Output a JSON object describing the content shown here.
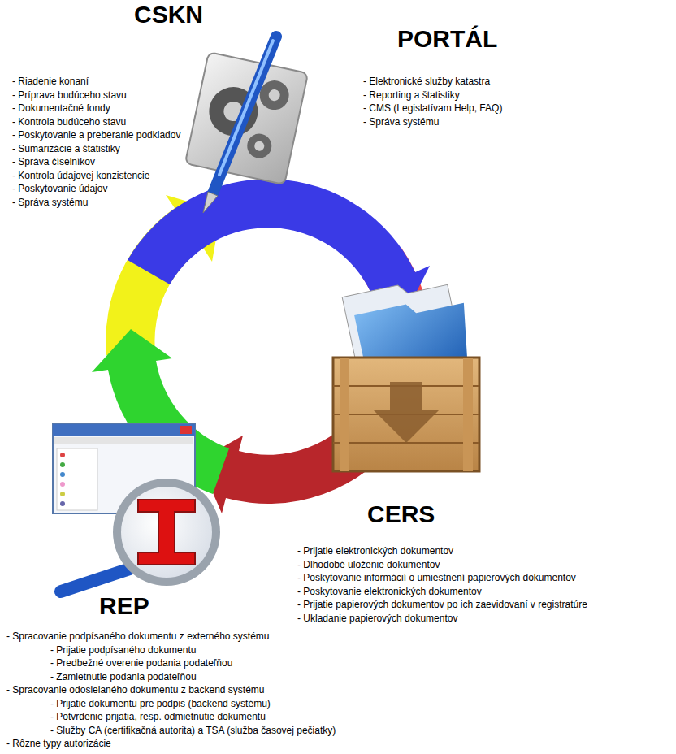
{
  "diagram": {
    "nodes": [
      {
        "text": [
          "CSKN",
          "- Riadenie konaní",
          "- Príprava budúceho stavu",
          "- Dokumentačné fondy",
          "- Kontrola budúceho stavu",
          "- Poskytovanie a preberanie podkladov",
          "- Sumarizácie a štatistiky",
          "- Správa číselníkov",
          "- Kontrola údajovej konzistencie",
          "- Poskytovanie údajov",
          "- Správa systému"
        ]
      },
      {
        "text": [
          "PORTÁL",
          "- Elektronické služby katastra",
          "- Reporting a štatistiky",
          "- CMS (Legislatívam Help, FAQ)",
          "- Správa systému"
        ]
      },
      {
        "text": [
          "CERS",
          "- Prijatie elektronických dokumentov",
          "- Dlhodobé uloženie dokumentov",
          "- Poskytovanie informácií o umiestnení papierových dokumentov",
          "- Poskytovanie elektronických dokumentov",
          "- Prijatie papierových dokumentov po ich zaevidovaní v registratúre",
          "- Ukladanie papierových dokumentov"
        ]
      },
      {
        "text": [
          "REP",
          "- Spracovanie podpísaného dokumentu z externého systému",
          "- Prijatie podpísaného dokumentu",
          "- Predbežné overenie podania podateľňou",
          "- Zamietnutie podania podateľňou",
          "- Spracovanie odosielaného dokumentu z backend systému",
          "- Prijatie dokumentu pre podpis (backend systému)",
          "- Potvrdenie prijatia, resp. odmietnutie dokumentu",
          "- Služby CA (certifikačná autorita) a TSA (služba časovej pečiatky)",
          "- Rôzne typy autorizácie"
        ]
      }
    ]
  }
}
